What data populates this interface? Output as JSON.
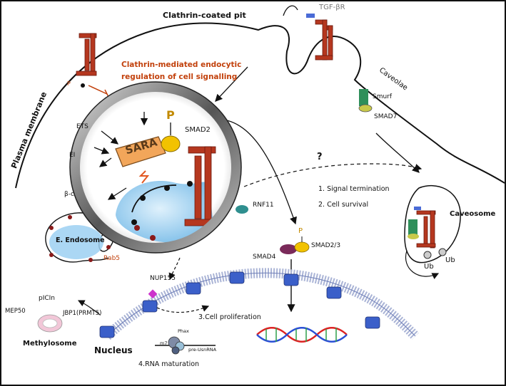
{
  "labels": {
    "clathrin_pit": "Clathrin-coated pit",
    "tgf_br": "TGF-βR",
    "caveolae": "Caveolae",
    "plasma_membrane": "Plasma membrane",
    "title_line1": "Clathrin-mediated endocytic",
    "title_line2": "regulation of cell signalling",
    "smurf": "Smurf",
    "smad7": "SMAD7",
    "question": "?",
    "signal_termination": "1.  Signal termination",
    "cell_survival": "2.  Cell survival",
    "caveosome": "Caveosome",
    "rnf11": "RNF11",
    "p_phospho": "P",
    "smad23": "SMAD2/3",
    "smad4": "SMAD4",
    "ub1": "Ub",
    "ub2": "Ub",
    "nup155": "NUP155",
    "cell_proliferation": "3.Cell proliferation",
    "pICIn": "pICIn",
    "mep50": "MEP50",
    "jbp1": "JBP1(PRMT5)",
    "methylosome": "Methylosome",
    "nucleus": "Nucleus",
    "rna_maturation": "4.RNA maturation",
    "phax": "Phax",
    "pre_usnrna": "pre-UsnRNA",
    "m7g": "m7",
    "e_endosome": "E. Endosome",
    "rab5": "Rab5",
    "ets": "ETS",
    "ei": "EI",
    "beta": "β-c",
    "sara": "SARA",
    "smad2_mag": "SMAD2",
    "p_mag": "P",
    "p_small": "P"
  },
  "colors": {
    "receptor": "#b5371f",
    "title_red": "#c2410c",
    "smad_yellow": "#f2c200",
    "smad4_purple": "#7a2a5a",
    "smurf_green": "#2f8f5a",
    "nucleus_blue": "#3b5fc9",
    "sara_orange": "#f2a65a",
    "endosome_blue": "#8fc8ee"
  }
}
